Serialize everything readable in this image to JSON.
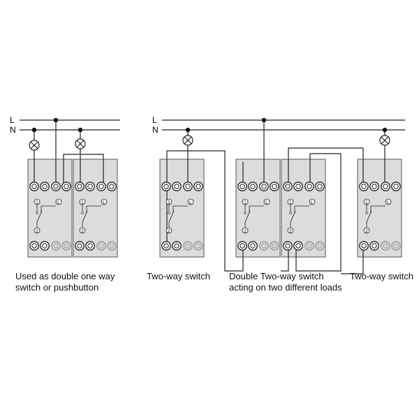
{
  "bus_labels": {
    "line": "L",
    "neutral": "N"
  },
  "terminal_labels": {
    "one": "1",
    "two": "2",
    "load": "L"
  },
  "captions": {
    "double_one_way_line1": "Used as double one way",
    "double_one_way_line2": "switch or pushbutton",
    "two_way_left": "Two-way switch",
    "double_two_way_line1": "Double Two-way switch",
    "double_two_way_line2": "acting on two different loads",
    "two_way_right": "Two-way switch"
  },
  "colors": {
    "module_fill": "#dcdcdc",
    "module_stroke": "#555555",
    "wire": "#222222",
    "light_terminal": "#d4d4d4"
  }
}
